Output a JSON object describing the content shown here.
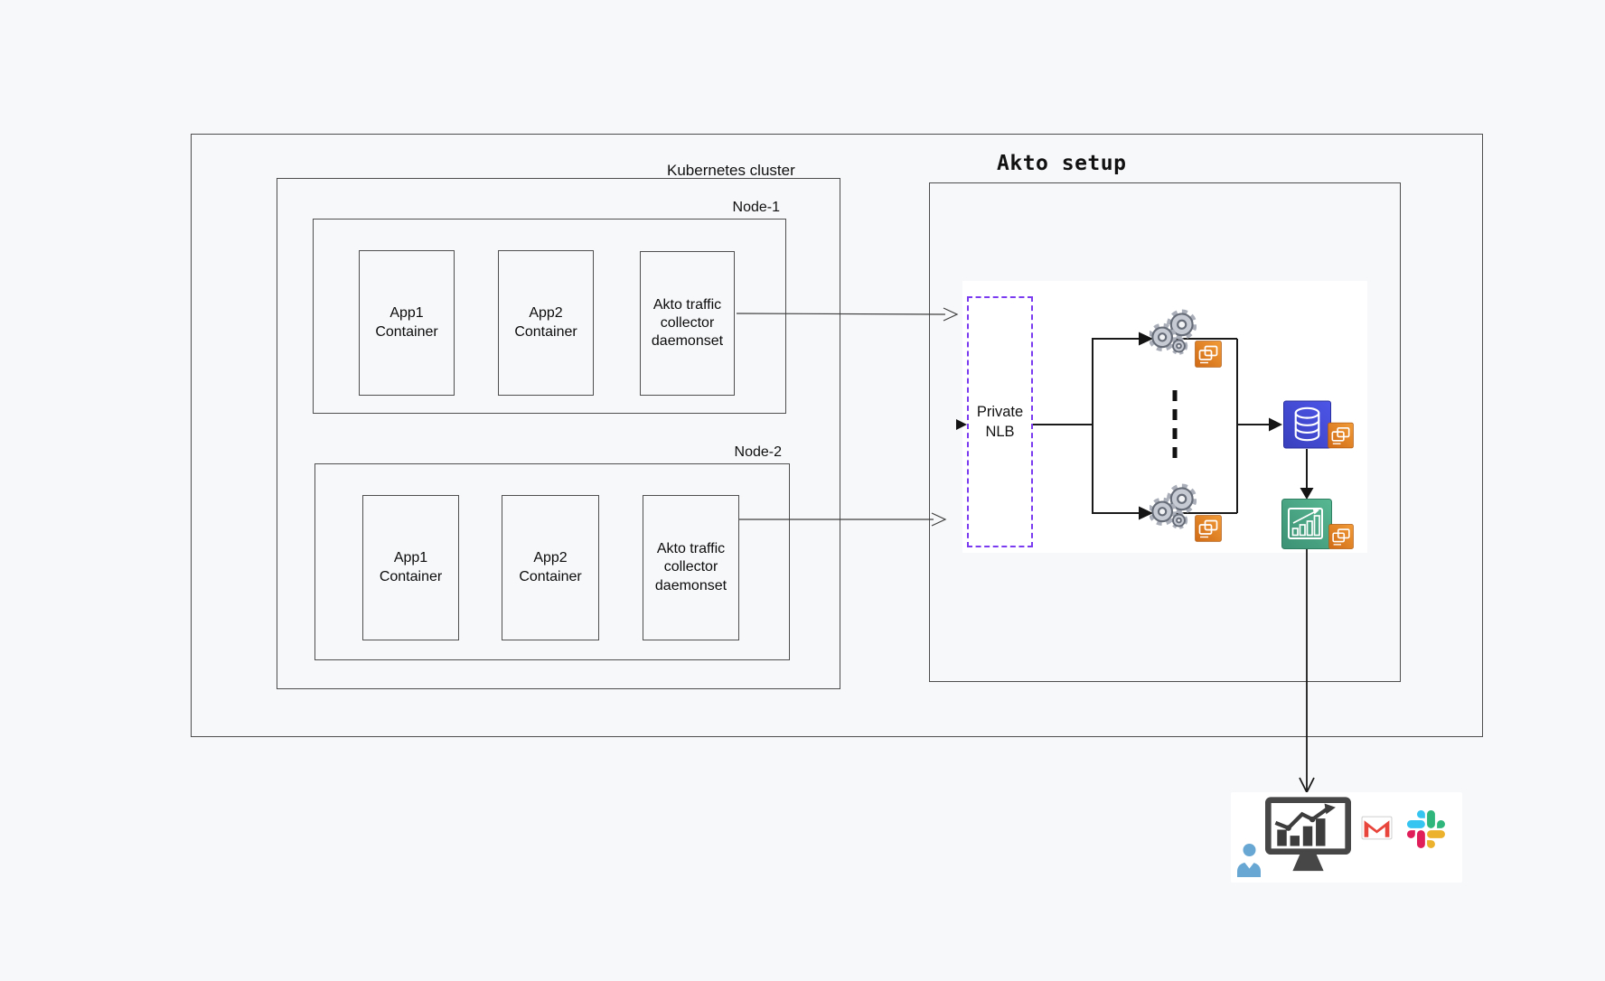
{
  "diagram": {
    "kubernetes_cluster": {
      "label": "Kubernetes cluster",
      "nodes": [
        {
          "label": "Node-1",
          "containers": [
            {
              "label": "App1\nContainer"
            },
            {
              "label": "App2\nContainer"
            },
            {
              "label": "Akto traffic\ncollector\ndaemonset"
            }
          ]
        },
        {
          "label": "Node-2",
          "containers": [
            {
              "label": "App1\nContainer"
            },
            {
              "label": "App2\nContainer"
            },
            {
              "label": "Akto traffic\ncollector\ndaemonset"
            }
          ]
        }
      ]
    },
    "akto_setup": {
      "title": "Akto setup",
      "private_nlb": {
        "label": "Private\nNLB"
      },
      "icons": {
        "workers_top": "gears-icon",
        "workers_bottom": "gears-icon",
        "more_workers": "vertical-ellipsis",
        "database": "database-icon",
        "analytics": "analytics-chart-icon",
        "aws_badge": "aws-container-service-icon"
      }
    },
    "integrations": {
      "user": "user-icon",
      "dashboard": "dashboard-monitor-icon",
      "gmail": "gmail-icon",
      "slack": "slack-icon"
    },
    "colors": {
      "background": "#f7f8fa",
      "box_border": "#4d4d4d",
      "connector": "#1a1a1a",
      "nlb_border": "#7a3bf0",
      "aws_orange": "#e0802e",
      "db_blue": "#4046cf",
      "chart_green": "#47a183",
      "gear_gray": "#c6cad3",
      "person_blue": "#68a7d3",
      "gmail_red": "#e8453c",
      "monitor_gray": "#474747",
      "slack_blue": "#36c5f0",
      "slack_green": "#2eb67d",
      "slack_yellow": "#ecb22e",
      "slack_red": "#e01e5a"
    }
  }
}
